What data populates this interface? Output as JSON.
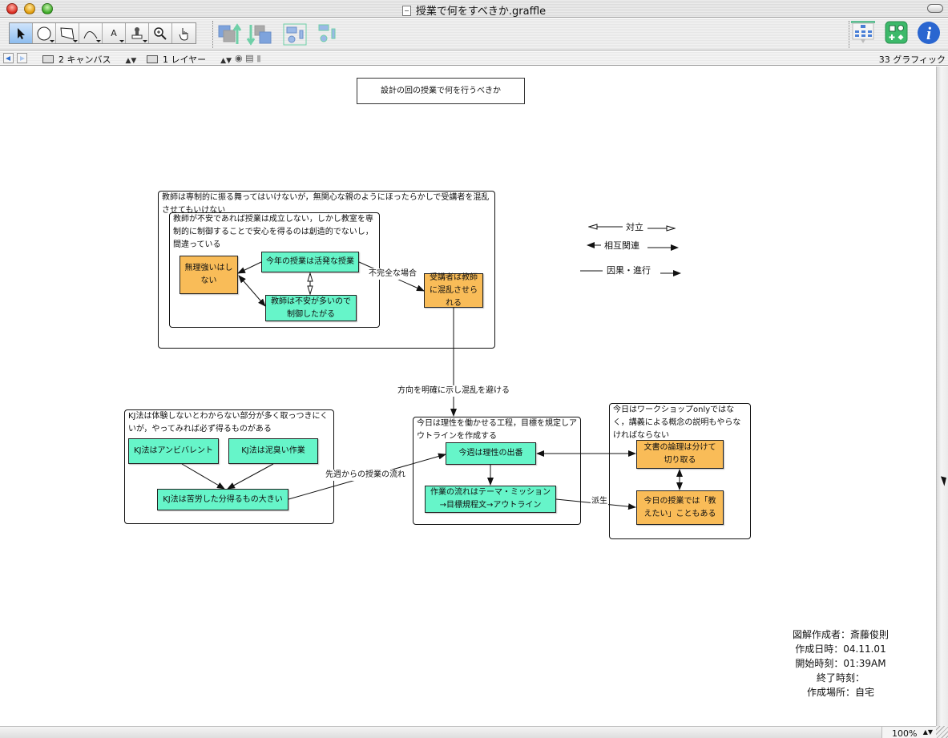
{
  "window": {
    "title": "授業で何をすべきか.graffle"
  },
  "toolbar": {
    "tools": [
      {
        "name": "selection-tool",
        "icon": "arrow-cursor-icon",
        "active": true
      },
      {
        "name": "shape-tool",
        "icon": "circle-icon"
      },
      {
        "name": "polygon-tool",
        "icon": "polygon-icon"
      },
      {
        "name": "line-tool",
        "icon": "curve-line-icon"
      },
      {
        "name": "text-tool",
        "icon": "text-a-icon",
        "glyph": "A"
      },
      {
        "name": "stamp-tool",
        "icon": "rubber-stamp-icon"
      },
      {
        "name": "magnify-tool",
        "icon": "magnifier-plus-icon"
      },
      {
        "name": "hand-tool",
        "icon": "hand-pointer-icon"
      }
    ],
    "arrange": [
      "bring-to-front-icon",
      "send-to-back-icon",
      "group-icon",
      "align-icon"
    ],
    "right": [
      "layout-hierarchy-icon",
      "stencils-icon",
      "info-icon"
    ]
  },
  "infobar": {
    "canvas_count_label": "2 キャンバス",
    "layer_count_label": "1 レイヤー",
    "graphics_count_label": "33 グラフィック"
  },
  "diagram": {
    "title": "設計の回の授業で何を行うべきか",
    "group_teacher": "教師は専制的に振る舞ってはいけないが，無関心な親のようにほったらかしで受講者を混乱させてもいけない",
    "group_anxiety": "教師が不安であれば授業は成立しない，しかし教室を専制的に制御することで安心を得るのは創造的でないし，間違っている",
    "node_no_force": "無理強いはしない",
    "node_active_class": "今年の授業は活発な授業",
    "node_teacher_control": "教師は不安が多いので制御したがる",
    "node_confused": "受講者は教師に混乱させられる",
    "label_incomplete": "不完全な場合",
    "label_direction": "方向を明確に示し混乱を避ける",
    "group_kj": "KJ法は体験しないとわからない部分が多く取っつきにくいが，やってみれば必ず得るものがある",
    "node_kj_ambivalent": "KJ法はアンビバレント",
    "node_kj_dirty": "KJ法は泥臭い作業",
    "node_kj_worth": "KJ法は苦労した分得るもの大きい",
    "label_last_week": "先週からの授業の流れ",
    "group_today": "今日は理性を働かせる工程，目標を規定しアウトラインを作成する",
    "node_reason": "今週は理性の出番",
    "node_flow": "作業の流れはテーマ・ミッション→目標規程文→アウトライン",
    "label_derived": "派生",
    "group_workshop": "今日はワークショップonlyではなく，講義による概念の説明もやらなければならない",
    "node_logic": "文書の論理は分けて切り取る",
    "node_teach": "今日の授業では「教えたい」こともある"
  },
  "legend": {
    "conflict": "対立",
    "mutual": "相互関連",
    "causal": "因果・進行"
  },
  "credits": {
    "author": "図解作成者：斎藤俊則",
    "date": "作成日時：04.11.01",
    "start": "開始時刻：01:39AM",
    "end": "終了時刻：",
    "place": "作成場所：自宅"
  },
  "status": {
    "zoom": "100%"
  }
}
